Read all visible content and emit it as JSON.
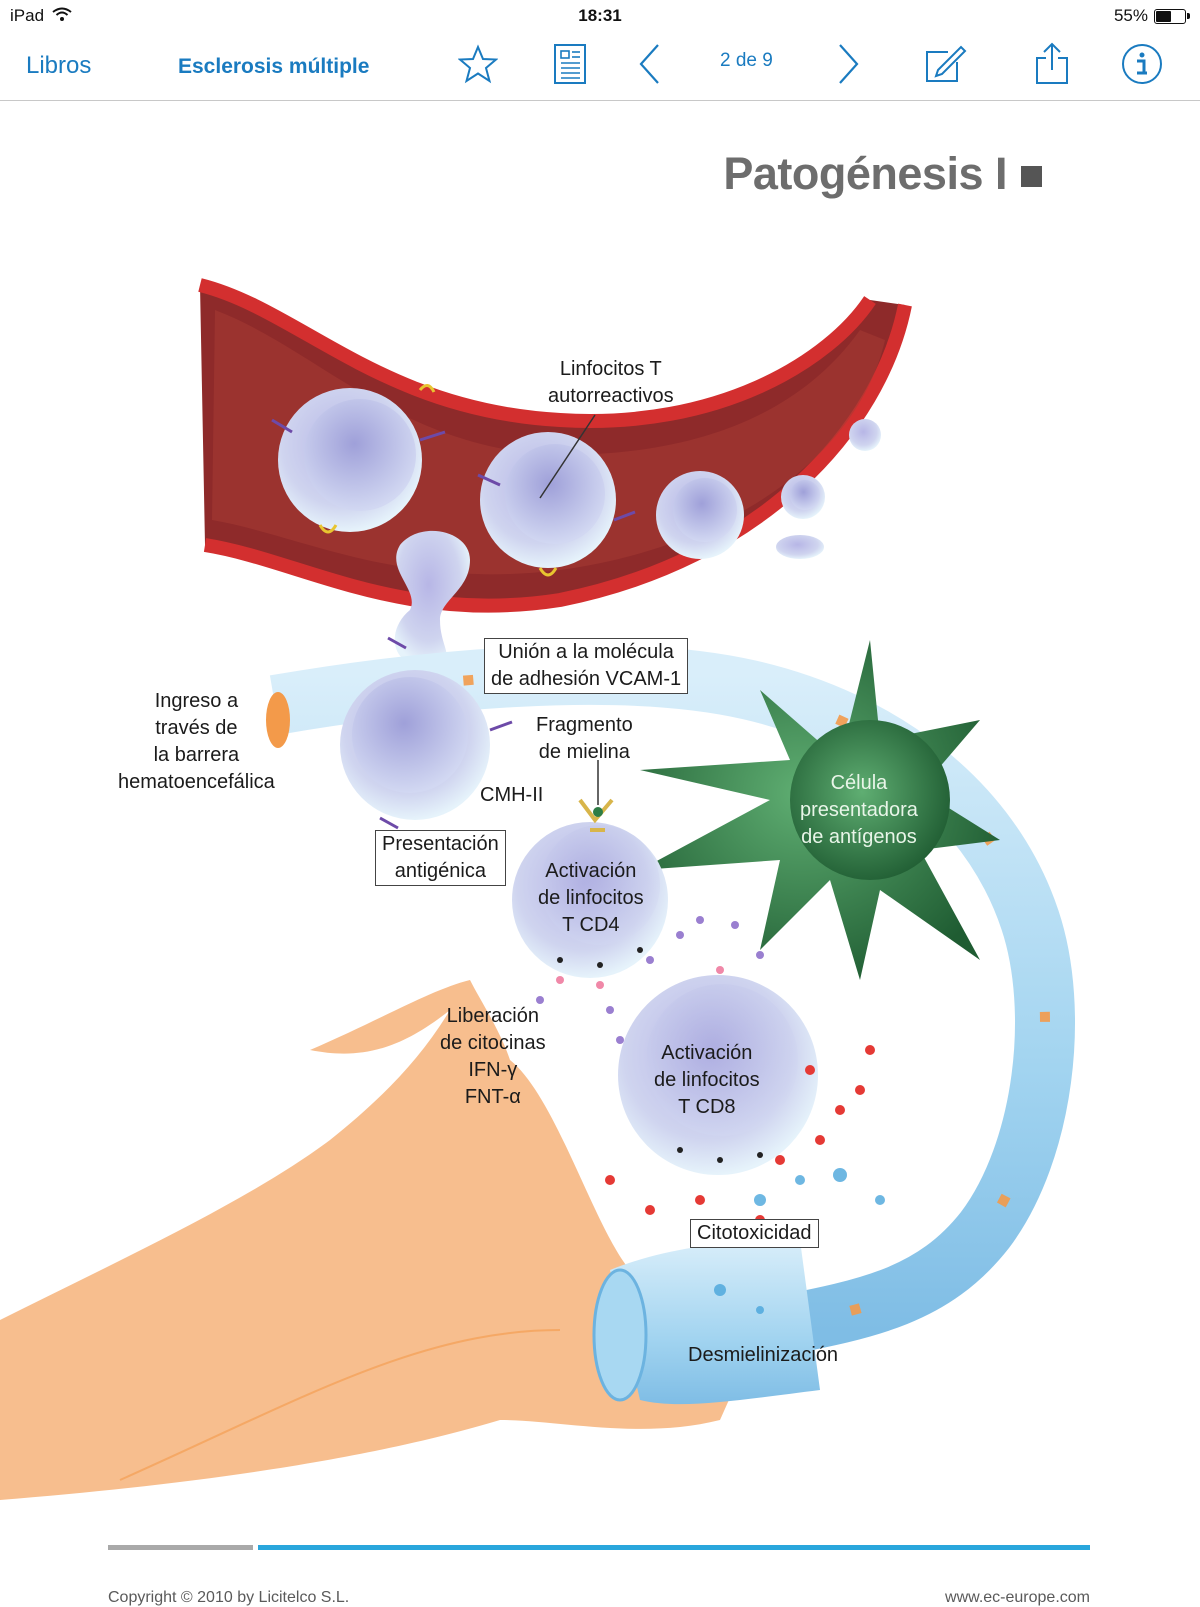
{
  "status_bar": {
    "device": "iPad",
    "time": "18:31",
    "battery_percent": "55%",
    "battery_level": 0.55
  },
  "toolbar": {
    "back_label": "Libros",
    "book_title": "Esclerosis múltiple",
    "page_indicator": "2 de 9",
    "icons": [
      "star-icon",
      "table-of-contents-icon",
      "chevron-left-icon",
      "chevron-right-icon",
      "annotate-icon",
      "share-icon",
      "info-icon"
    ]
  },
  "page": {
    "heading": "Patogénesis I"
  },
  "figure": {
    "labels": {
      "linfocitos_t": [
        "Linfocitos T",
        "autorreactivos"
      ],
      "union": [
        "Unión a la molécula",
        "de adhesión VCAM-1"
      ],
      "ingreso": [
        "Ingreso a",
        "través de",
        "la barrera",
        "hematoencefálica"
      ],
      "fragmento": [
        "Fragmento",
        "de mielina"
      ],
      "cmh": "CMH-II",
      "celula_apc": [
        "Célula",
        "presentadora",
        "de antígenos"
      ],
      "presentacion": [
        "Presentación",
        "antigénica"
      ],
      "cd4": [
        "Activación",
        "de linfocitos",
        "T CD4"
      ],
      "liberacion": [
        "Liberación",
        "de citocinas",
        "IFN-γ",
        "FNT-α"
      ],
      "cd8": [
        "Activación",
        "de linfocitos",
        "T CD8"
      ],
      "citotoxicidad": "Citotoxicidad",
      "desmielinizacion": "Desmielinización"
    },
    "colors": {
      "vessel": "#c62828",
      "vessel_inner": "#8e2a2a",
      "axon": "#f39a4a",
      "myelin": "#9fd3ef",
      "apc": "#2e7d45",
      "lymphocyte": "#c9d3ee"
    }
  },
  "footer": {
    "copyright": "Copyright © 2010 by Licitelco S.L.",
    "website": "www.ec-europe.com"
  }
}
